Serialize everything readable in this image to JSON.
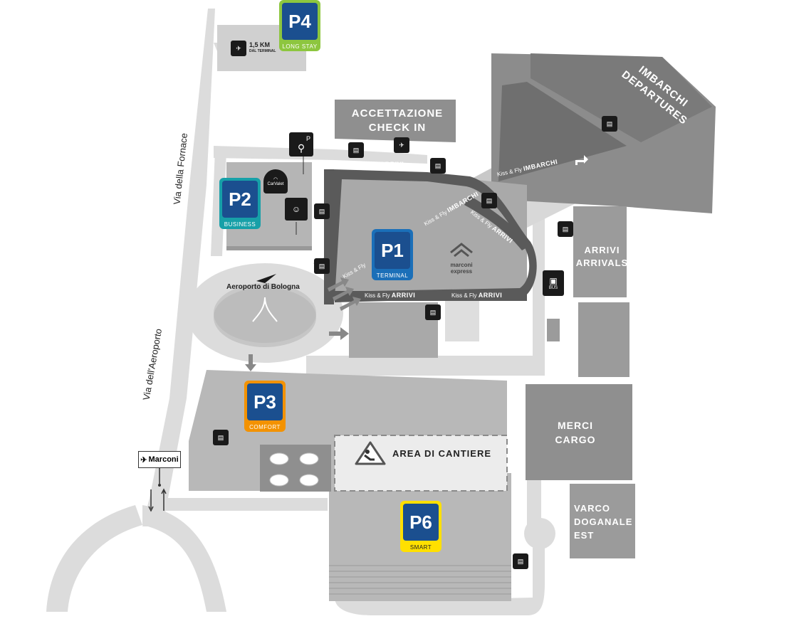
{
  "streets": {
    "fornace": "Via della Fornace",
    "aeroporto": "Via dell'Aeroporto"
  },
  "signs": {
    "marconi": "Marconi"
  },
  "buildings": {
    "checkin_line1": "ACCETTAZIONE",
    "checkin_line2": "CHECK IN",
    "departures_line1": "IMBARCHI",
    "departures_line2": "DEPARTURES",
    "arrivals_line1": "ARRIVI",
    "arrivals_line2": "ARRIVALS",
    "cargo_line1": "MERCI",
    "cargo_line2": "CARGO",
    "varco_line1": "VARCO",
    "varco_line2": "DOGANALE",
    "varco_line3": "EST",
    "cantiere": "AREA DI CANTIERE",
    "airport_logo": "Aeroporto di Bologna",
    "marconi_express_1": "marconi",
    "marconi_express_2": "express"
  },
  "roads": {
    "kf_prefix": "Kiss & Fly",
    "arrivi": "ARRIVI",
    "imbarchi": "IMBARCHI"
  },
  "parkings": {
    "p1": {
      "code": "P1",
      "label": "TERMINAL",
      "color": "#1b6fb8"
    },
    "p2": {
      "code": "P2",
      "label": "BUSINESS",
      "color": "#17a0a8"
    },
    "p3": {
      "code": "P3",
      "label": "COMFORT",
      "color": "#f39200"
    },
    "p4": {
      "code": "P4",
      "label": "LONG STAY",
      "color": "#8dc63f"
    },
    "p6": {
      "code": "P6",
      "label": "SMART",
      "color": "#ffe000"
    }
  },
  "p4_distance": {
    "km": "1,5 KM",
    "note": "DAL TERMINAL"
  },
  "icons": {
    "bus": "BUS",
    "carvalet": "CarValet",
    "moto_p": "P"
  }
}
